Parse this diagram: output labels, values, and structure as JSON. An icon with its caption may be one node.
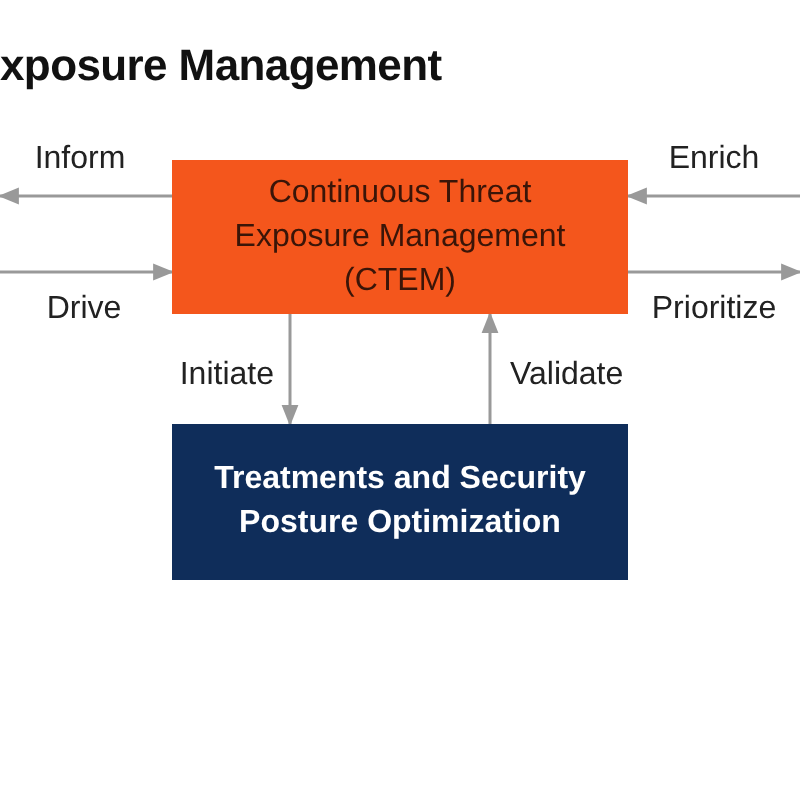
{
  "diagram": {
    "title": "xposure Management",
    "nodes": [
      {
        "text": [
          "Continuous Threat Exposure Management (CTEM)"
        ]
      },
      {
        "text": [
          "Treatments and Security Posture Optimization"
        ]
      }
    ],
    "edges": [
      {
        "from": 0,
        "to": null,
        "arrow": "to",
        "label": "Inform"
      },
      {
        "from": null,
        "to": 0,
        "arrow": "to",
        "label": "Drive"
      },
      {
        "from": null,
        "to": 0,
        "arrow": "to",
        "label": "Enrich"
      },
      {
        "from": 0,
        "to": null,
        "arrow": "to",
        "label": "Prioritize"
      },
      {
        "from": 0,
        "to": 1,
        "arrow": "to",
        "label": "Initiate"
      },
      {
        "from": 1,
        "to": 0,
        "arrow": "to",
        "label": "Validate"
      }
    ]
  }
}
